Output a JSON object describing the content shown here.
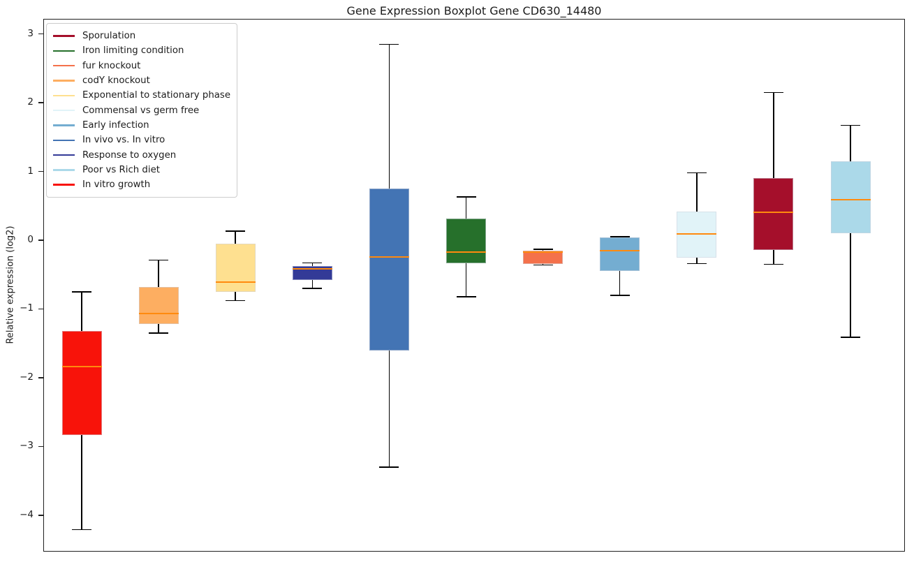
{
  "figure": {
    "title": "Gene Expression Boxplot Gene CD630_14480",
    "ylabel": "Relative expression (log2)"
  },
  "chart_data": {
    "type": "boxplot",
    "title": "Gene Expression Boxplot Gene CD630_14480",
    "xlabel": "",
    "ylabel": "Relative expression (log2)",
    "ylim": [
      -4.53,
      3.22
    ],
    "yticks": [
      3,
      2,
      1,
      0,
      -1,
      -2,
      -3,
      -4
    ],
    "ytick_labels": [
      "3",
      "2",
      "1",
      "0",
      "−1",
      "−2",
      "−3",
      "−4"
    ],
    "grid": false,
    "frame": true,
    "whisker_color": "#000000",
    "median_color": "#ff8a0e",
    "legend_position": "upper-left",
    "legend_entries": [
      {
        "label": "Sporulation",
        "color": "#a50f2b"
      },
      {
        "label": "Iron limiting condition",
        "color": "#26702b"
      },
      {
        "label": "fur knockout",
        "color": "#f4714b"
      },
      {
        "label": "codY knockout",
        "color": "#fdae61"
      },
      {
        "label": "Exponential to stationary phase",
        "color": "#fee090"
      },
      {
        "label": "Commensal vs germ free",
        "color": "#e1f3f8"
      },
      {
        "label": "Early infection",
        "color": "#74add1"
      },
      {
        "label": "In vivo vs. In vitro",
        "color": "#4374b4"
      },
      {
        "label": "Response to oxygen",
        "color": "#333a97"
      },
      {
        "label": "Poor vs Rich diet",
        "color": "#abd9e9"
      },
      {
        "label": "In vitro growth",
        "color": "#f8130a"
      }
    ],
    "series": [
      {
        "name": "In vitro growth",
        "color": "#f8130a",
        "whisker_low": -4.21,
        "q1": -2.83,
        "median": -1.84,
        "q3": -1.32,
        "whisker_high": -0.75
      },
      {
        "name": "codY knockout",
        "color": "#fdae61",
        "whisker_low": -1.35,
        "q1": -1.22,
        "median": -1.07,
        "q3": -0.68,
        "whisker_high": -0.29
      },
      {
        "name": "Exponential to stationary phase",
        "color": "#fee090",
        "whisker_low": -0.88,
        "q1": -0.75,
        "median": -0.61,
        "q3": -0.05,
        "whisker_high": 0.13
      },
      {
        "name": "Response to oxygen",
        "color": "#333a97",
        "whisker_low": -0.7,
        "q1": -0.58,
        "median": -0.42,
        "q3": -0.38,
        "whisker_high": -0.33
      },
      {
        "name": "In vivo vs. In vitro",
        "color": "#4374b4",
        "whisker_low": -3.3,
        "q1": -1.6,
        "median": -0.24,
        "q3": 0.75,
        "whisker_high": 2.85
      },
      {
        "name": "Iron limiting condition",
        "color": "#26702b",
        "whisker_low": -0.82,
        "q1": -0.34,
        "median": -0.17,
        "q3": 0.32,
        "whisker_high": 0.63
      },
      {
        "name": "fur knockout",
        "color": "#f4714b",
        "whisker_low": -0.36,
        "q1": -0.35,
        "median": -0.17,
        "q3": -0.15,
        "whisker_high": -0.13
      },
      {
        "name": "Early infection",
        "color": "#74add1",
        "whisker_low": -0.8,
        "q1": -0.45,
        "median": -0.15,
        "q3": 0.04,
        "whisker_high": 0.05
      },
      {
        "name": "Commensal vs germ free",
        "color": "#e1f3f8",
        "whisker_low": -0.34,
        "q1": -0.25,
        "median": 0.09,
        "q3": 0.42,
        "whisker_high": 0.98
      },
      {
        "name": "Sporulation",
        "color": "#a50f2b",
        "whisker_low": -0.35,
        "q1": -0.14,
        "median": 0.41,
        "q3": 0.9,
        "whisker_high": 2.15
      },
      {
        "name": "Poor vs Rich diet",
        "color": "#abd9e9",
        "whisker_low": -1.41,
        "q1": 0.1,
        "median": 0.59,
        "q3": 1.15,
        "whisker_high": 1.67
      }
    ]
  }
}
